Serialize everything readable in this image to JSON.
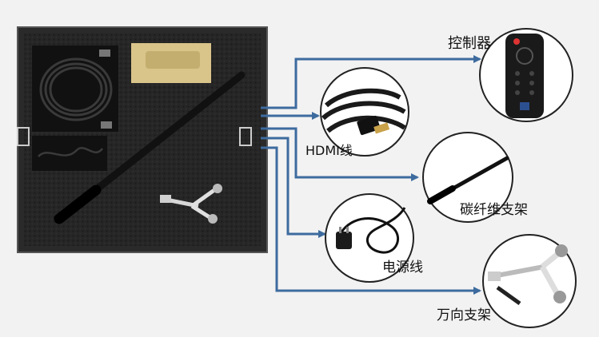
{
  "diagram": {
    "case_contents": "case-with-accessories",
    "items": [
      {
        "id": "remote",
        "label": "控制器",
        "icon": "remote-control-icon"
      },
      {
        "id": "hdmi",
        "label": "HDMI线",
        "icon": "hdmi-cable-icon"
      },
      {
        "id": "pole",
        "label": "碳纤维支架",
        "icon": "carbon-pole-icon"
      },
      {
        "id": "power",
        "label": "电源线",
        "icon": "power-cord-icon"
      },
      {
        "id": "mount",
        "label": "万向支架",
        "icon": "universal-mount-icon"
      }
    ],
    "colors": {
      "arrow": "#3d6b9e",
      "foam": "#1f1f1f",
      "background": "#f2f2f2"
    }
  }
}
